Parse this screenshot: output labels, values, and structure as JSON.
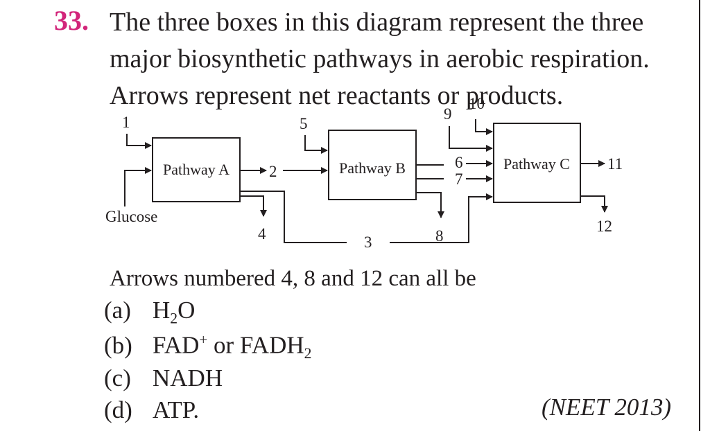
{
  "question": {
    "number": "33.",
    "stem_lines": [
      "The three boxes in this diagram represent the three",
      "major biosynthetic pathways in aerobic respiration.",
      "Arrows represent net reactants or products."
    ],
    "lead_text": "Arrows numbered 4, 8 and 12 can all be",
    "options": [
      {
        "label": "(a)",
        "text_main": "H",
        "text_sub": "2",
        "text_tail": "O"
      },
      {
        "label": "(b)",
        "text_main": "FAD",
        "text_sup": "+",
        "text_mid": " or FADH",
        "text_sub": "2"
      },
      {
        "label": "(c)",
        "text_main": "NADH"
      },
      {
        "label": "(d)",
        "text_main": "ATP."
      }
    ],
    "source": "(NEET 2013)"
  },
  "diagram": {
    "boxes": {
      "a": "Pathway A",
      "b": "Pathway B",
      "c": "Pathway C"
    },
    "labels": {
      "glucose": "Glucose",
      "n1": "1",
      "n2": "2",
      "n3": "3",
      "n4": "4",
      "n5": "5",
      "n6": "6",
      "n7": "7",
      "n8": "8",
      "n9": "9",
      "n10": "10",
      "n11": "11",
      "n12": "12"
    }
  }
}
